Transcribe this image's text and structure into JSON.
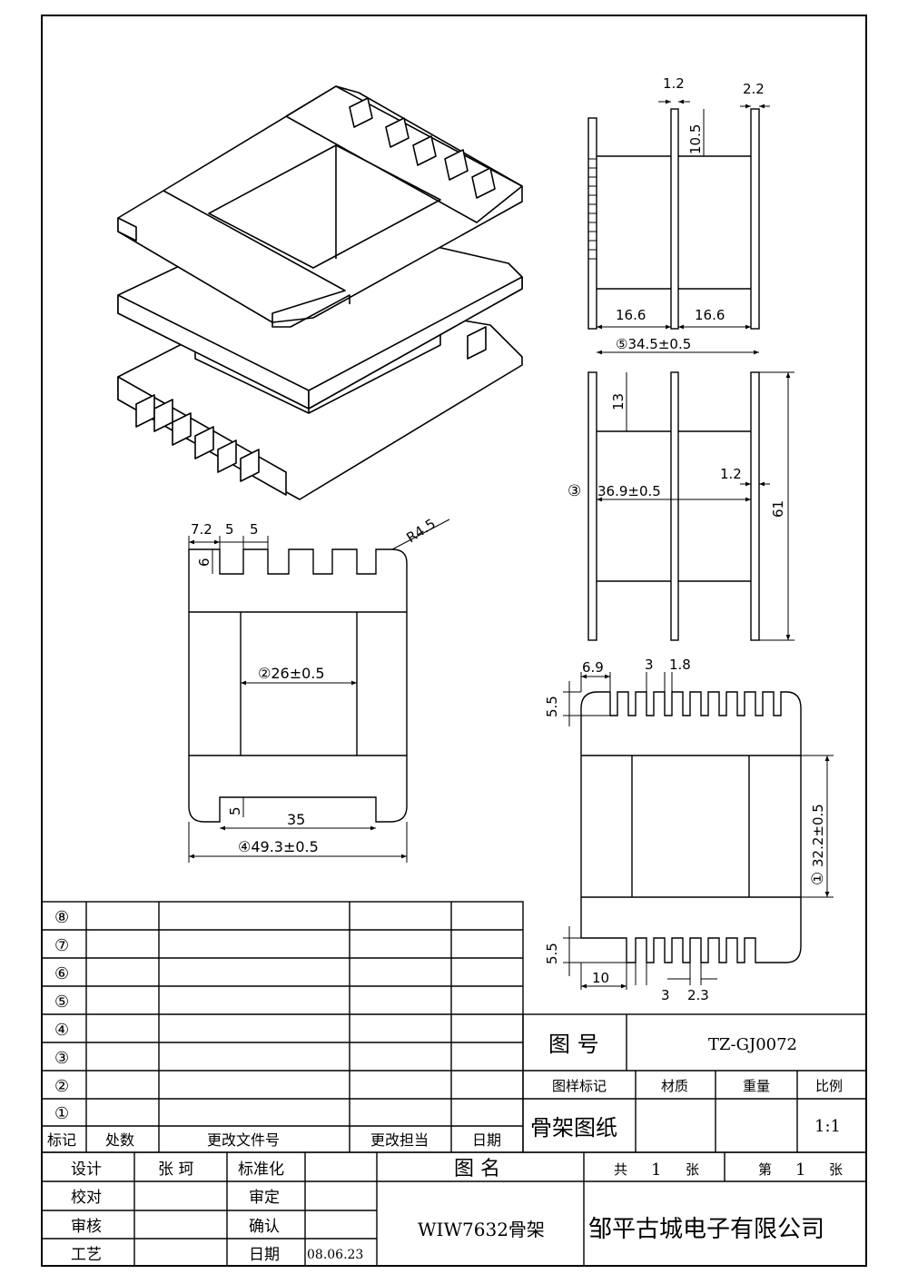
{
  "dims": {
    "top": {
      "wall": "1.2",
      "flange": "2.2",
      "height": "10.5",
      "left_half": "16.6",
      "right_half": "16.6",
      "total": "⑤34.5±0.5"
    },
    "right": {
      "h13": "13",
      "slot_width": "36.9±0.5",
      "slot_mark": "③",
      "t12": "1.2",
      "h61": "61"
    },
    "front": {
      "w72": "7.2",
      "w5a": "5",
      "w5b": "5",
      "r45": "R4.5",
      "h6": "6",
      "inner": "②26±0.5",
      "h5": "5",
      "w35": "35",
      "total": "④49.3±0.5"
    },
    "bottom": {
      "w69": "6.9",
      "w3": "3",
      "w18": "1.8",
      "h55a": "5.5",
      "height": "32.2±0.5",
      "height_mark": "①",
      "h55b": "5.5",
      "w10": "10",
      "w3b": "3",
      "w23": "2.3"
    }
  },
  "revision_table": {
    "marks": [
      "⑧",
      "⑦",
      "⑥",
      "⑤",
      "④",
      "③",
      "②",
      "①"
    ],
    "headers": [
      "标记",
      "处数",
      "更改文件号",
      "更改担当",
      "日期"
    ]
  },
  "title_block": {
    "drawing_no_label": "图 号",
    "drawing_no": "TZ-GJ0072",
    "sample_mark_label": "图样标记",
    "material_label": "材质",
    "weight_label": "重量",
    "scale_label": "比例",
    "title_name": "骨架图纸",
    "scale": "1:1",
    "design_label": "设计",
    "designer": "张 珂",
    "standard_label": "标准化",
    "check_label": "校对",
    "approve_label": "审定",
    "review_label": "审核",
    "confirm_label": "确认",
    "process_label": "工艺",
    "date_label": "日期",
    "date": "08.06.23",
    "name_label": "图 名",
    "part_name": "WIW7632骨架",
    "total_label": "共",
    "total_sheets": "1",
    "sheet_unit": "张",
    "sheet_label": "第",
    "sheet_no": "1",
    "sheet_unit2": "张",
    "company": "邹平古城电子有限公司"
  }
}
